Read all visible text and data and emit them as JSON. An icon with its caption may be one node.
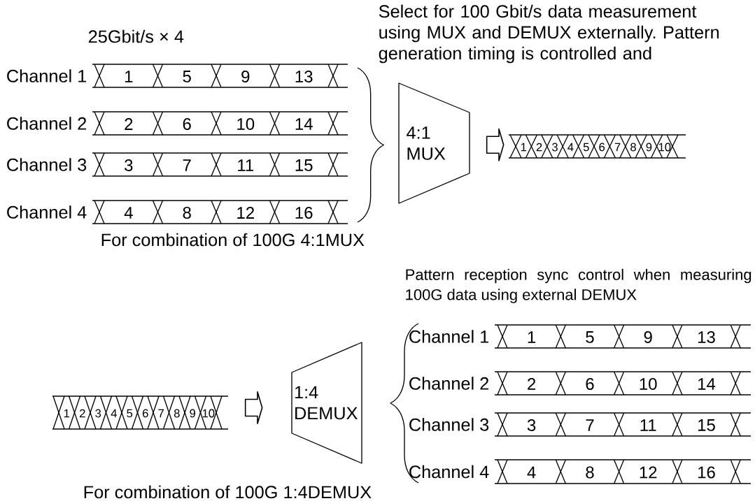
{
  "diagram": {
    "nodes": [
      {
        "text": [
          "1",
          "5",
          "9",
          "13"
        ],
        "beside": [
          "Channel 1"
        ]
      },
      {
        "text": [
          "2",
          "6",
          "10",
          "14"
        ],
        "beside": [
          "Channel 2"
        ]
      },
      {
        "text": [
          "3",
          "7",
          "11",
          "15"
        ],
        "beside": [
          "Channel 3"
        ]
      },
      {
        "text": [
          "4",
          "8",
          "12",
          "16"
        ],
        "beside": [
          "Channel 4"
        ]
      },
      {
        "text": [
          "4:1 MUX"
        ]
      },
      {
        "text": [
          "1",
          "2",
          "3",
          "4",
          "5",
          "6",
          "7",
          "8",
          "9",
          "10"
        ]
      },
      {
        "text": [
          "1",
          "2",
          "3",
          "4",
          "5",
          "6",
          "7",
          "8",
          "9",
          "10"
        ]
      },
      {
        "text": [
          "1:4 DEMUX"
        ]
      },
      {
        "text": [
          "1",
          "5",
          "9",
          "13"
        ],
        "beside": [
          "Channel 1"
        ]
      },
      {
        "text": [
          "2",
          "6",
          "10",
          "14"
        ],
        "beside": [
          "Channel 2"
        ]
      },
      {
        "text": [
          "3",
          "7",
          "11",
          "15"
        ],
        "beside": [
          "Channel 3"
        ]
      },
      {
        "text": [
          "4",
          "8",
          "12",
          "16"
        ],
        "beside": [
          "Channel 4"
        ]
      }
    ],
    "edges": [
      {
        "from": 4,
        "to": 5,
        "arrow": "to"
      },
      {
        "from": 6,
        "to": 7,
        "arrow": "to"
      }
    ],
    "labels": [
      "25Gbit/s × 4",
      "Select for 100 Gbit/s data measurement using MUX and DEMUX externally. Pattern generation timing is controlled and",
      "For combination of 100G 4:1MUX",
      "Pattern reception sync control when measuring 100G data using external DEMUX",
      "For combination of 100G 1:4DEMUX"
    ]
  }
}
